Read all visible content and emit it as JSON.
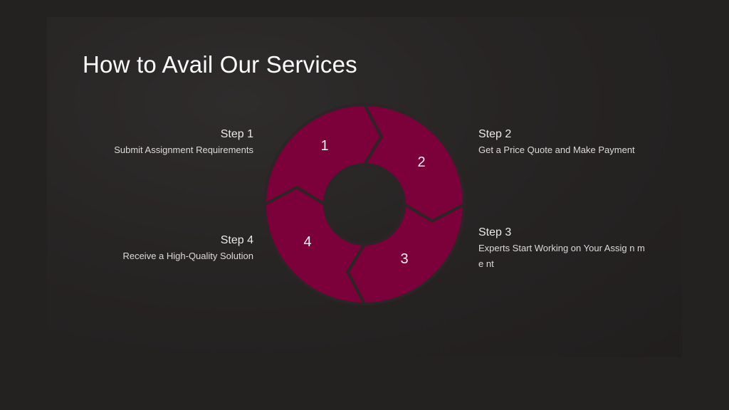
{
  "title": "How to Avail Our Services",
  "steps": [
    {
      "heading": "Step 1",
      "description": "Submit Assignment Requirements",
      "number": "1"
    },
    {
      "heading": "Step 2",
      "description": "Get a Price Quote and Make Payment",
      "number": "2"
    },
    {
      "heading": "Step 3",
      "description": "Experts Start Working on Your Assig n m e nt",
      "number": "3"
    },
    {
      "heading": "Step 4",
      "description": "Receive a High-Quality Solution",
      "number": "4"
    }
  ],
  "colors": {
    "background": "#242121",
    "segment": "#7c003a",
    "text": "#e9e6e6"
  }
}
